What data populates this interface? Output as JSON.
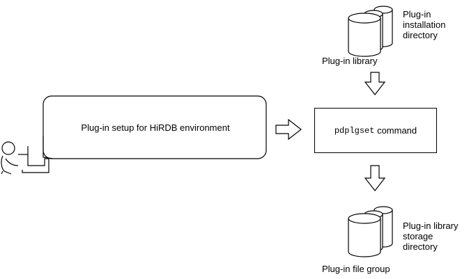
{
  "diagram": {
    "setup_label": "Plug-in setup for HiRDB environment",
    "command": {
      "name": "pdplgset",
      "suffix": " command"
    },
    "top_storage": {
      "side_label_lines": [
        "Plug-in",
        "installation",
        "directory"
      ],
      "caption": "Plug-in library"
    },
    "bottom_storage": {
      "side_label_lines": [
        "Plug-in library",
        "storage",
        "directory"
      ],
      "caption": "Plug-in file group"
    }
  }
}
